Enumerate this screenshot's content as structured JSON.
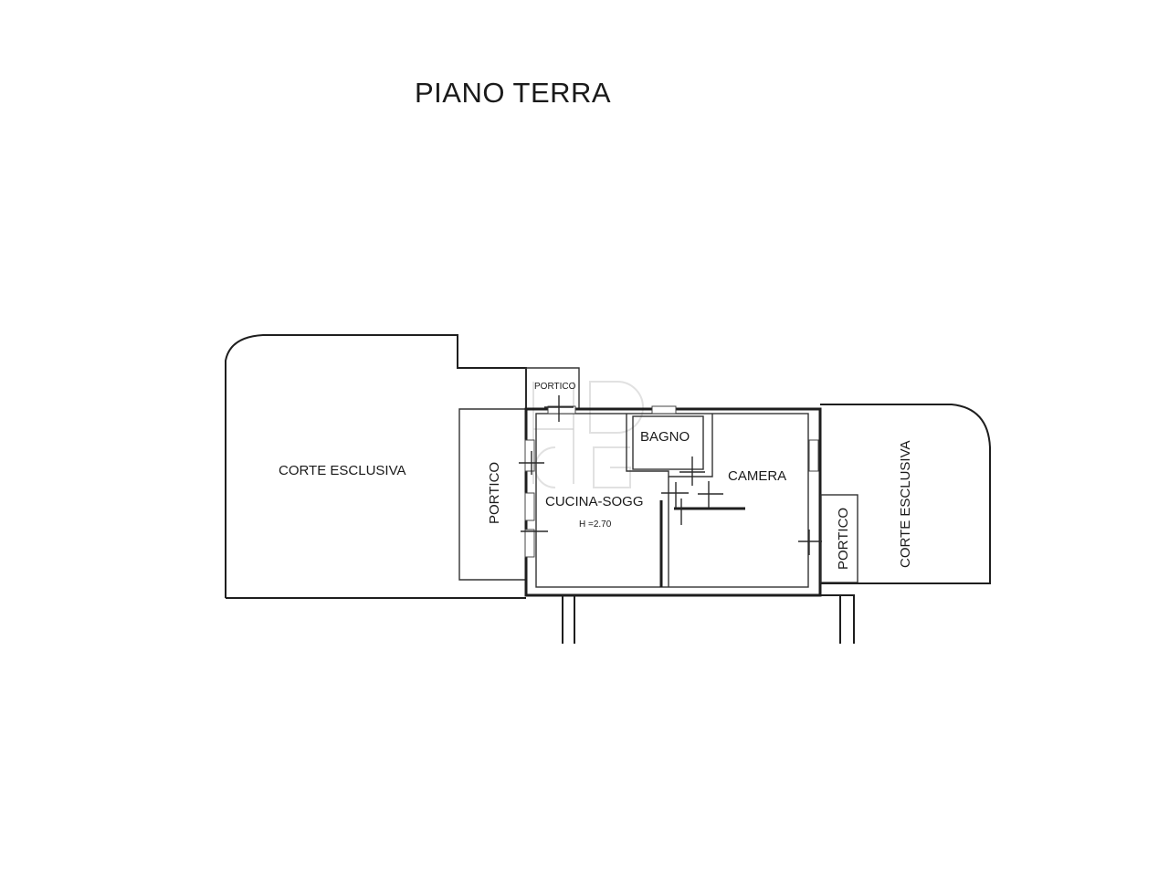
{
  "title": "PIANO TERRA",
  "rooms": {
    "corte_left": "CORTE ESCLUSIVA",
    "portico_left": "PORTICO",
    "portico_top": "PORTICO",
    "cucina": "CUCINA-SOGG",
    "height_note": "H =2.70",
    "bagno": "BAGNO",
    "camera": "CAMERA",
    "portico_right": "PORTICO",
    "corte_right": "CORTE ESCLUSIVA"
  },
  "colors": {
    "line": "#1e1e1e",
    "background": "#ffffff",
    "watermark": "#c8c8c8"
  }
}
